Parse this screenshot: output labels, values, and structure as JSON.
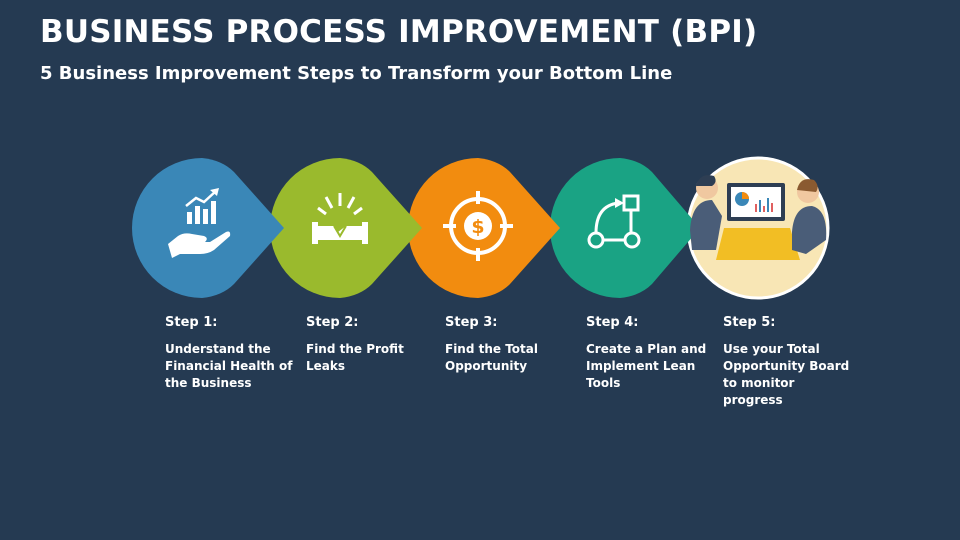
{
  "header": {
    "title": "BUSINESS PROCESS IMPROVEMENT (BPI)",
    "subtitle": "5 Business Improvement Steps to Transform your Bottom Line"
  },
  "steps": [
    {
      "label": "Step 1:",
      "desc": "Understand the Financial Health of the Business",
      "color": "#3a87b7",
      "icon": "growth-chart-hand-icon"
    },
    {
      "label": "Step 2:",
      "desc": "Find the Profit Leaks",
      "color": "#9aba2d",
      "icon": "leaking-pipe-icon"
    },
    {
      "label": "Step 3:",
      "desc": "Find the Total Opportunity",
      "color": "#f28c0f",
      "icon": "dollar-target-icon"
    },
    {
      "label": "Step 4:",
      "desc": "Create a Plan and Implement Lean Tools",
      "color": "#1aa384",
      "icon": "process-flow-icon"
    },
    {
      "label": "Step 5:",
      "desc": "Use your Total Opportunity Board to monitor progress",
      "color": "#f8e6b5",
      "icon": "team-meeting-illustration"
    }
  ]
}
